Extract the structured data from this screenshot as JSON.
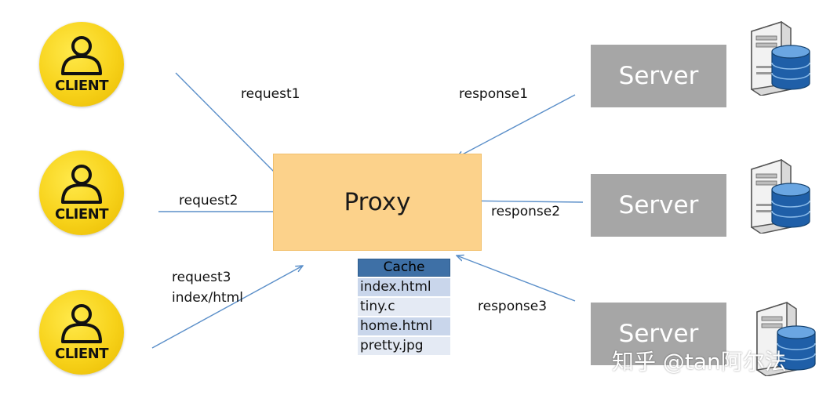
{
  "clients": [
    {
      "label": "CLIENT"
    },
    {
      "label": "CLIENT"
    },
    {
      "label": "CLIENT"
    }
  ],
  "proxy": {
    "label": "Proxy"
  },
  "cache": {
    "header": "Cache",
    "rows": [
      "index.html",
      "tiny.c",
      "home.html",
      "pretty.jpg"
    ]
  },
  "servers": [
    {
      "label": "Server"
    },
    {
      "label": "Server"
    },
    {
      "label": "Server"
    }
  ],
  "arrows": {
    "request1": "request1",
    "request2": "request2",
    "request3_line1": "request3",
    "request3_line2": "index/html",
    "response1": "response1",
    "response2": "response2",
    "response3": "response3"
  },
  "watermark": "知乎 @tan阿尔法",
  "colors": {
    "client_yellow": "#f7d21a",
    "proxy_fill": "#fcd28b",
    "server_gray": "#a6a6a6",
    "cache_header": "#3e70a6",
    "arrow_blue": "#5b8fc9"
  }
}
